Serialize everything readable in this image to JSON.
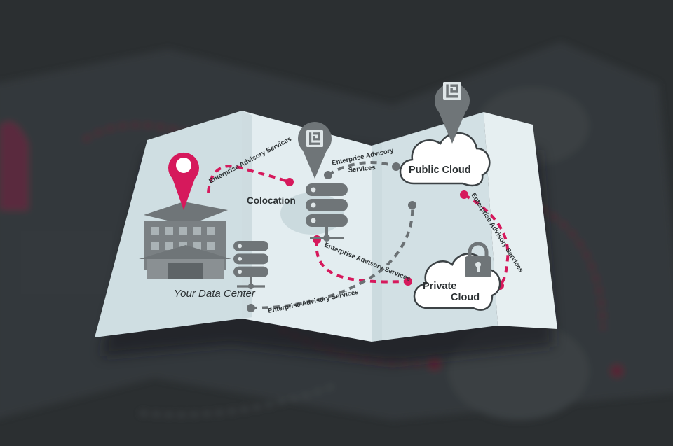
{
  "colors": {
    "background": "#2b2f31",
    "map_light": "#e4eef0",
    "map_mid": "#d4e2e5",
    "map_dark": "#c3d3d7",
    "accent_pink": "#d6195c",
    "route_gray": "#6b7174",
    "icon_gray": "#6f7578",
    "cloud_fill": "#ffffff"
  },
  "diagram": {
    "locations": {
      "data_center": {
        "label": "Your Data Center",
        "icon": "building-icon",
        "marker": "location-pin-icon"
      },
      "colocation": {
        "label": "Colocation",
        "icon": "server-stack-icon",
        "marker": "logo-pin-icon"
      },
      "public_cloud": {
        "label": "Public Cloud",
        "icon": "cloud-icon",
        "marker": "logo-pin-icon"
      },
      "private_cloud": {
        "label_line1": "Private",
        "label_line2": "Cloud",
        "icon": "cloud-icon",
        "badge": "padlock-icon"
      }
    },
    "routes": [
      {
        "from": "data_center",
        "to": "colocation",
        "label": "Enterprise Advisory Services"
      },
      {
        "from": "colocation",
        "to": "public_cloud",
        "label_line1": "Enterprise Advisory",
        "label_line2": "Services"
      },
      {
        "from": "colocation",
        "to": "private_cloud",
        "label": "Enterprise Advisory Services"
      },
      {
        "from": "public_cloud",
        "to": "private_cloud",
        "label": "Enterprise Advisory Services"
      },
      {
        "from": "data_center",
        "to": "public_cloud",
        "label": "Enterprise Advisory Services"
      }
    ]
  }
}
